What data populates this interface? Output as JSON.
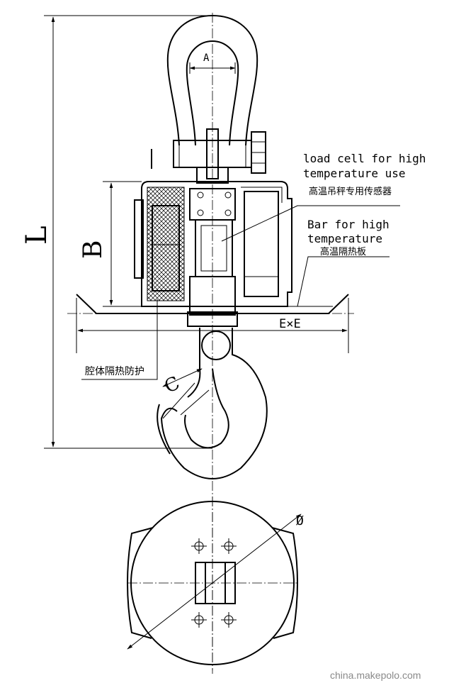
{
  "labels": {
    "dim_A": "A",
    "dim_L": "L",
    "dim_B": "B",
    "dim_C": "C",
    "dim_E": "E×E",
    "dim_phi": "Ø",
    "load_cell_en_1": "load cell for high",
    "load_cell_en_2": "temperature use",
    "load_cell_cn": "高温吊秤专用传感器",
    "bar_en_1": "Bar for high",
    "bar_en_2": "temperature",
    "bar_cn": "高温隔热板",
    "cavity_cn": "腔体隔热防护"
  },
  "watermark": "china.makepolo.com"
}
